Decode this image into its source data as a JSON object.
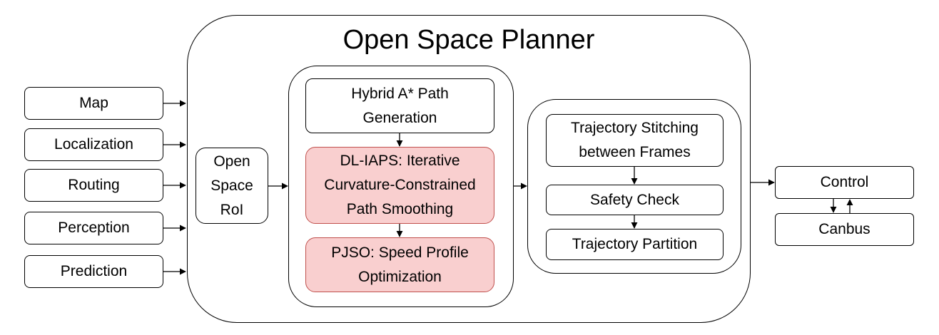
{
  "title": "Open Space Planner",
  "inputs": [
    "Map",
    "Localization",
    "Routing",
    "Perception",
    "Prediction"
  ],
  "roi": "Open Space RoI",
  "middle": {
    "hybrid": "Hybrid A* Path Generation",
    "dl_iaps": "DL-IAPS: Iterative Curvature-Constrained Path Smoothing",
    "pjso": "PJSO: Speed Profile Optimization"
  },
  "right": {
    "stitching": "Trajectory Stitching between Frames",
    "safety": "Safety Check",
    "partition": "Trajectory Partition"
  },
  "outputs": {
    "control": "Control",
    "canbus": "Canbus"
  },
  "colors": {
    "highlight_fill": "#f9cfcf",
    "highlight_border": "#c0504d"
  }
}
